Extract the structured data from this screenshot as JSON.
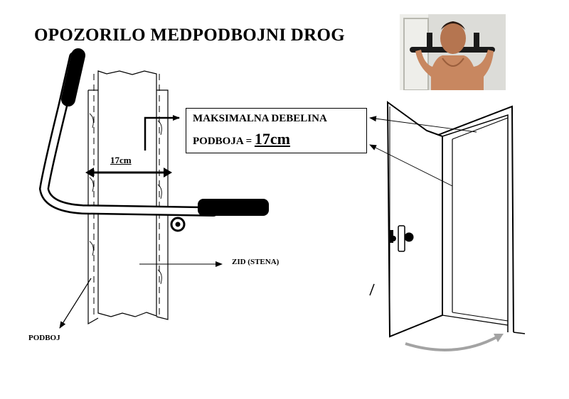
{
  "title": "OPOZORILO MEDPODBOJNI DROG",
  "callout": {
    "line1": "MAKSIMALNA DEBELINA",
    "line2_prefix": "PODBOJA = ",
    "line2_value": "17cm"
  },
  "labels": {
    "width": "17cm",
    "wall": "ZID (STENA)",
    "frame": "PODBOJ"
  },
  "photo": {
    "icon": "pull-up-man-photo"
  },
  "colors": {
    "ink": "#000000",
    "arrow_gray": "#a3a3a3",
    "skin": "#c88760"
  }
}
